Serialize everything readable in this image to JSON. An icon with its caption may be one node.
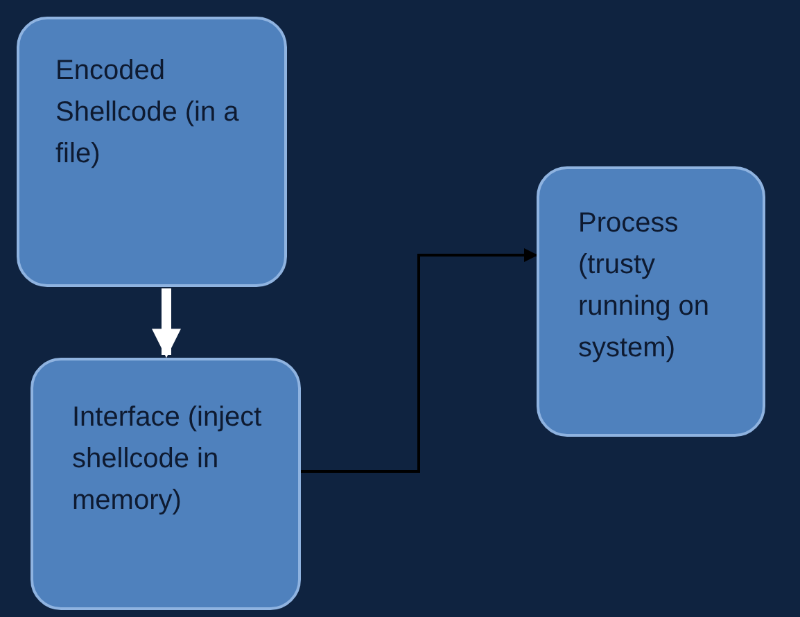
{
  "diagram": {
    "nodes": [
      {
        "text": [
          "Encoded Shellcode (in a file)"
        ]
      },
      {
        "text": [
          "Interface (inject shellcode in memory)"
        ]
      },
      {
        "text": [
          "Process (trusty running on system)"
        ]
      }
    ],
    "edges": [
      {
        "from": 0,
        "to": 1,
        "arrow": "to",
        "style": "thick",
        "color": "#ffffff"
      },
      {
        "from": 1,
        "to": 2,
        "arrow": "to",
        "color": "#000000"
      }
    ]
  }
}
